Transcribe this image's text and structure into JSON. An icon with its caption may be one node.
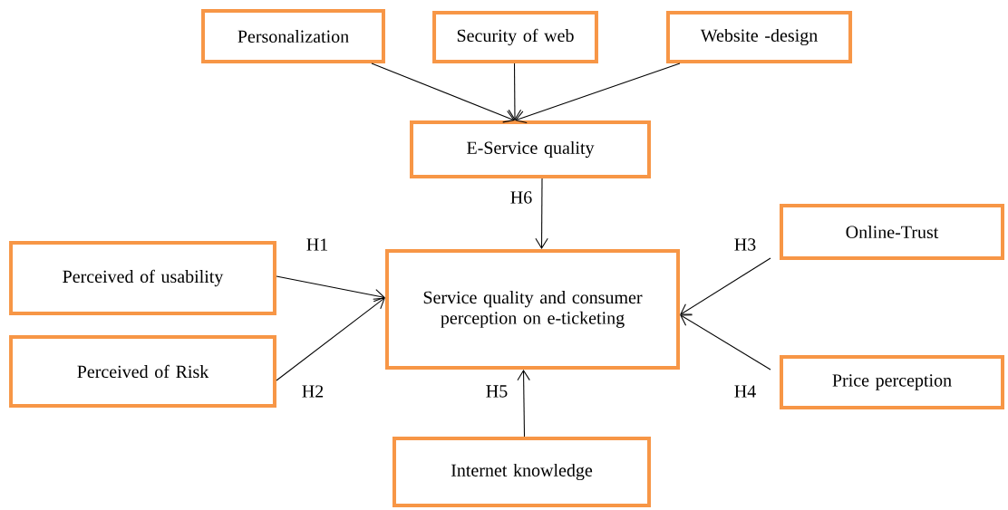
{
  "diagram": {
    "nodes": [
      {
        "text": [
          "Personalization"
        ]
      },
      {
        "text": [
          "Security of web"
        ]
      },
      {
        "text": [
          "Website -design"
        ]
      },
      {
        "text": [
          "E-Service quality"
        ]
      },
      {
        "text": [
          "Service quality and consumer perception on e-ticketing"
        ]
      },
      {
        "text": [
          "Perceived of usability"
        ]
      },
      {
        "text": [
          "Perceived of Risk"
        ]
      },
      {
        "text": [
          "Online-Trust"
        ]
      },
      {
        "text": [
          "Price perception"
        ]
      },
      {
        "text": [
          "Internet knowledge"
        ]
      }
    ],
    "edges": [
      {
        "from": 0,
        "to": 3,
        "arrow": "to"
      },
      {
        "from": 1,
        "to": 3,
        "arrow": "to"
      },
      {
        "from": 2,
        "to": 3,
        "arrow": "to"
      },
      {
        "from": 3,
        "to": 4,
        "label": "H6",
        "arrow": "to"
      },
      {
        "from": 5,
        "to": 4,
        "label": "H1",
        "arrow": "to"
      },
      {
        "from": 6,
        "to": 4,
        "label": "H2",
        "arrow": "to"
      },
      {
        "from": 7,
        "to": 4,
        "label": "H3",
        "arrow": "to"
      },
      {
        "from": 8,
        "to": 4,
        "label": "H4",
        "arrow": "to"
      },
      {
        "from": 9,
        "to": 4,
        "label": "H5",
        "arrow": "to"
      }
    ]
  }
}
